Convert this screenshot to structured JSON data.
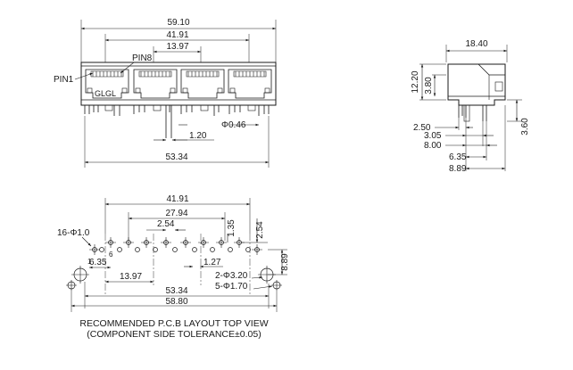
{
  "front_view": {
    "dims": {
      "overall_width": "59.10",
      "port_pitch_span": "41.91",
      "port_pitch": "13.97",
      "pin_dia": "Φ0.46",
      "pin_step": "1.20",
      "pin_span": "53.34"
    },
    "labels": {
      "pin8": "PIN8",
      "pin1": "PIN1",
      "led_marks": "GLGL"
    }
  },
  "side_view": {
    "dims": {
      "depth": "18.40",
      "height": "12.20",
      "opening_height": "3.80",
      "d_2_50": "2.50",
      "d_3_05": "3.05",
      "d_8_00": "8.00",
      "d_6_35": "6.35",
      "d_8_89": "8.89",
      "d_3_60": "3.60"
    }
  },
  "pcb_layout": {
    "dims": {
      "port_pitch_span": "41.91",
      "span_27_94": "27.94",
      "pitch_2_54": "2.54",
      "d_1_35": "1.35",
      "d_2_54_v": "2.54",
      "d_6_35": "6.35",
      "d_1_27": "1.27",
      "d_8_89": "8.89",
      "d_13_97": "13.97",
      "d_53_34": "53.34",
      "d_58_80": "58.80"
    },
    "callouts": {
      "small_holes": "16-Φ1.0",
      "mount_holes": "2-Φ3.20",
      "signal_holes": "5-Φ1.70"
    },
    "pin_numbers": {
      "pin1": "1",
      "pin6": "6"
    },
    "caption_line1": "RECOMMENDED P.C.B LAYOUT TOP VIEW",
    "caption_line2": "(COMPONENT SIDE TOLERANCE±0.05)"
  }
}
